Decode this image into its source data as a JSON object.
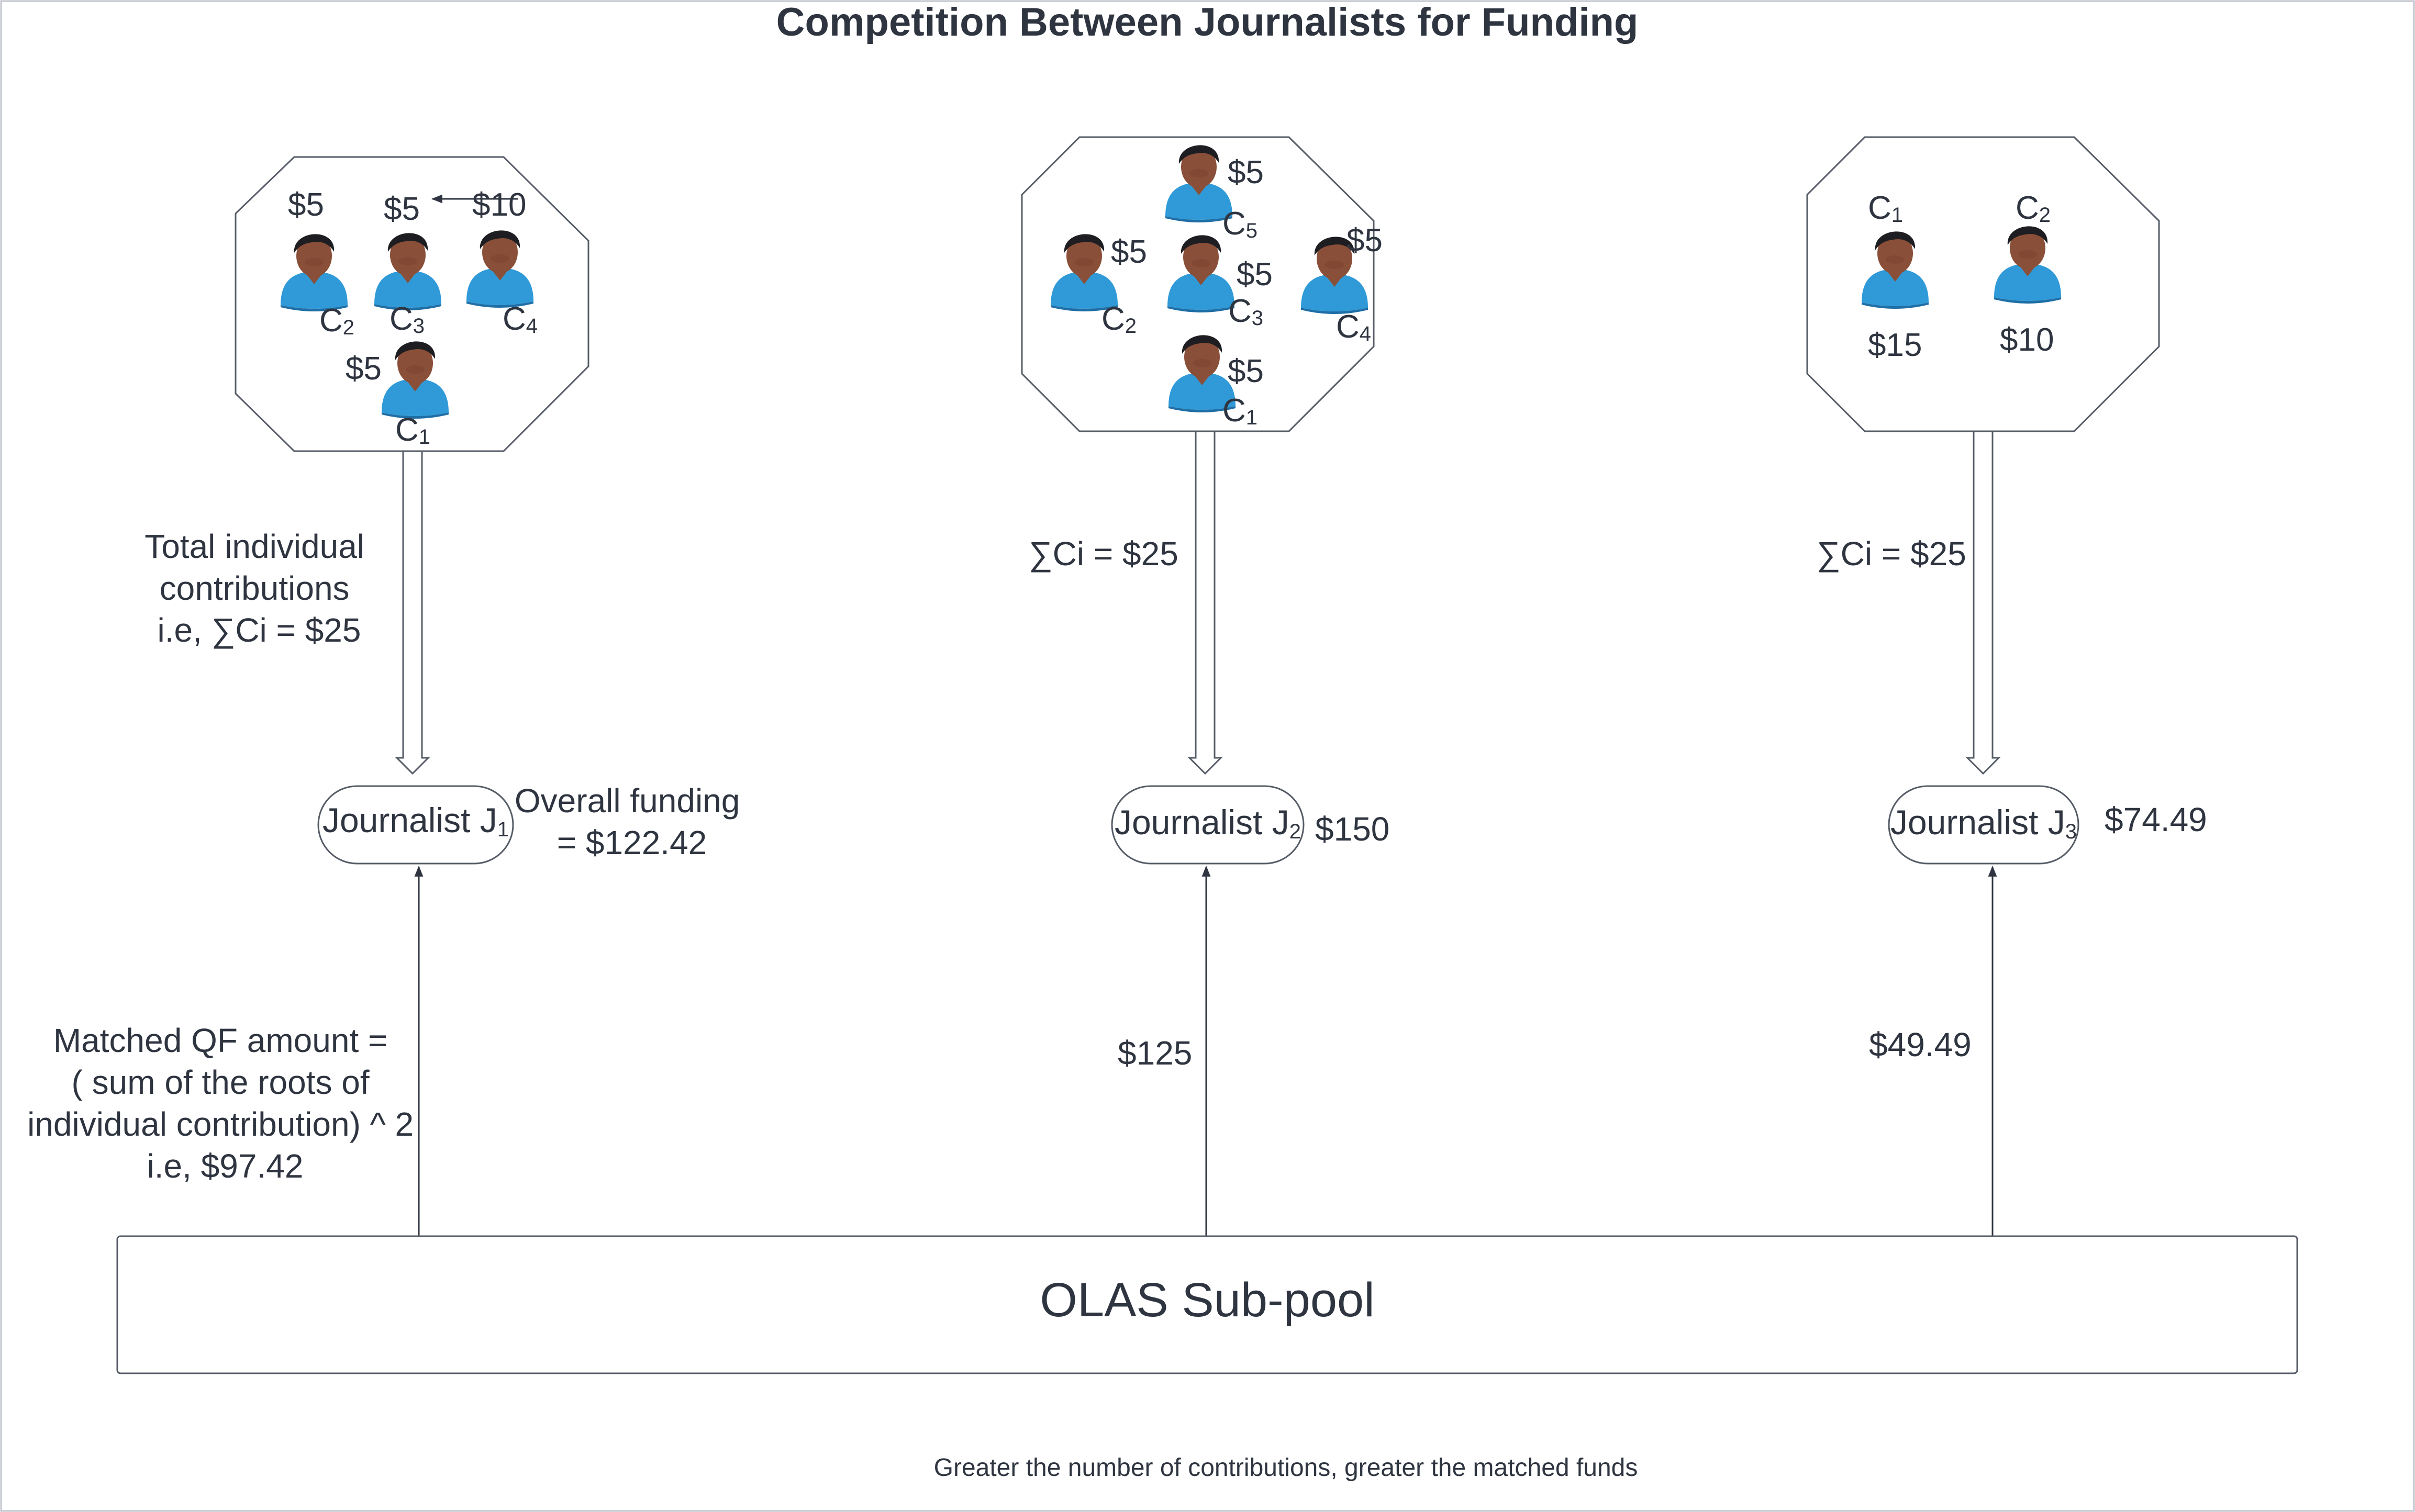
{
  "title": "Competition Between Journalists for Funding",
  "colors": {
    "line": "#2f3540",
    "border": "#555c66",
    "skin": "#8a4f38",
    "shirt": "#2f9ad7",
    "hair": "#1e1e22"
  },
  "icons": {
    "contributor": "person-avatar-icon"
  },
  "columns": [
    {
      "contributors": [
        {
          "name": "C",
          "sub": "2",
          "amount": "$5"
        },
        {
          "name": "C",
          "sub": "3",
          "amount": "$5"
        },
        {
          "name": "C",
          "sub": "4",
          "amount": "$10"
        },
        {
          "name": "C",
          "sub": "1",
          "amount": "$5"
        }
      ],
      "sum_lines": [
        "Total individual",
        "contributions",
        "i.e, ∑Ci = $25"
      ],
      "journalist": {
        "name": "Journalist J",
        "sub": "1"
      },
      "funding_lines": [
        "Overall funding",
        "= $122.42"
      ],
      "match_lines": [
        "Matched QF amount =",
        "( sum of the roots of",
        "individual contribution) ^ 2",
        "i.e, $97.42"
      ]
    },
    {
      "contributors": [
        {
          "name": "C",
          "sub": "5",
          "amount": "$5"
        },
        {
          "name": "C",
          "sub": "2",
          "amount": "$5"
        },
        {
          "name": "C",
          "sub": "3",
          "amount": "$5"
        },
        {
          "name": "C",
          "sub": "4",
          "amount": "$5"
        },
        {
          "name": "C",
          "sub": "1",
          "amount": "$5"
        }
      ],
      "sum_lines": [
        "∑Ci = $25"
      ],
      "journalist": {
        "name": "Journalist J",
        "sub": "2"
      },
      "funding_lines": [
        "$150"
      ],
      "match_lines": [
        "$125"
      ]
    },
    {
      "contributors": [
        {
          "name": "C",
          "sub": "1",
          "amount": "$15"
        },
        {
          "name": "C",
          "sub": "2",
          "amount": "$10"
        }
      ],
      "sum_lines": [
        "∑Ci = $25"
      ],
      "journalist": {
        "name": "Journalist J",
        "sub": "3"
      },
      "funding_lines": [
        "$74.49"
      ],
      "match_lines": [
        "$49.49"
      ]
    }
  ],
  "pool": {
    "label": "OLAS Sub-pool"
  },
  "footer": "Greater the number of contributions, greater the matched funds"
}
